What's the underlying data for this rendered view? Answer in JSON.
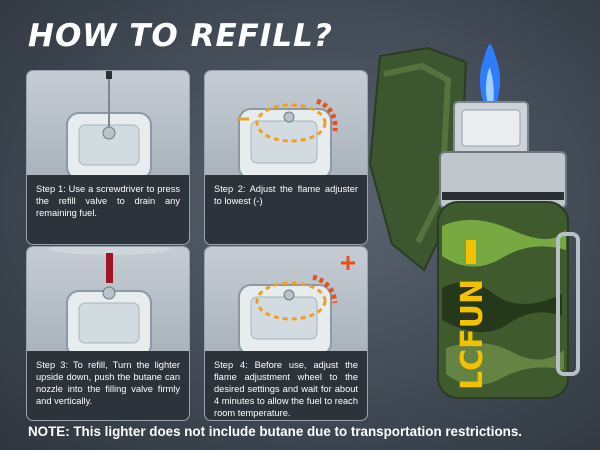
{
  "title": "HOW TO REFILL?",
  "steps": [
    {
      "caption": "Step 1: Use a screwdriver to press the refill valve to drain any remaining fuel.",
      "image": "screwdriver-pressing-valve"
    },
    {
      "caption": "Step 2: Adjust the flame adjuster to lowest (-)",
      "image": "flame-adjuster-minus"
    },
    {
      "caption": "Step 3: To refill, Turn the lighter upside down, push the butane can nozzle into the filling valve firmly and vertically.",
      "image": "butane-can-nozzle"
    },
    {
      "caption": "Step 4: Before use, adjust the flame adjustment wheel to the desired settings and wait for about 4 minutes to allow the fuel to reach room temperature.",
      "image": "flame-adjuster-plus"
    }
  ],
  "product": {
    "brand": "LCFUN",
    "image": "camo-jet-lighter"
  },
  "note": "NOTE: This lighter does not include butane due to transportation restrictions.",
  "colors": {
    "arrow": "#e8501e",
    "camo_green": "#3f5a2c",
    "flame": "#2f7dff",
    "brand_yellow": "#f2c200"
  }
}
